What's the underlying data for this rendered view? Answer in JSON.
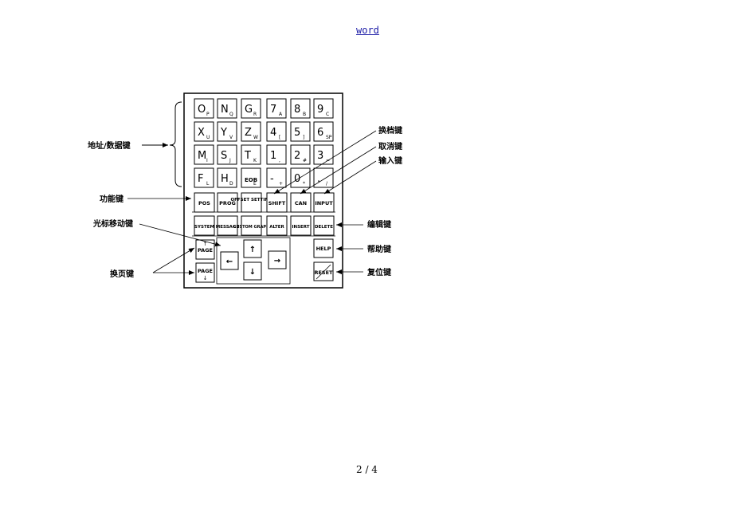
{
  "header": {
    "link_text": "word"
  },
  "footer": {
    "page_number": "2 / 4"
  },
  "figure": {
    "address_keys": [
      {
        "main": "O",
        "sub": "P"
      },
      {
        "main": "N",
        "sub": "Q"
      },
      {
        "main": "G",
        "sub": "R"
      },
      {
        "main": "7",
        "sub": "A"
      },
      {
        "main": "8",
        "sub": "B"
      },
      {
        "main": "9",
        "sub": "C"
      },
      {
        "main": "X",
        "sub": "U"
      },
      {
        "main": "Y",
        "sub": "V"
      },
      {
        "main": "Z",
        "sub": "W"
      },
      {
        "main": "4",
        "sub": "["
      },
      {
        "main": "5",
        "sub": "]"
      },
      {
        "main": "6",
        "sub": "SP"
      },
      {
        "main": "M",
        "sub": "I"
      },
      {
        "main": "S",
        "sub": "J"
      },
      {
        "main": "T",
        "sub": "K"
      },
      {
        "main": "1",
        "sub": ","
      },
      {
        "main": "2",
        "sub": "#"
      },
      {
        "main": "3",
        "sub": "="
      },
      {
        "main": "F",
        "sub": "L"
      },
      {
        "main": "H",
        "sub": "D"
      },
      {
        "main": "EOB",
        "sub": "E"
      },
      {
        "main": "-",
        "sub": "+"
      },
      {
        "main": "0",
        "sub": "*"
      },
      {
        "main": ".",
        "sub": "/"
      }
    ],
    "function_keys": [
      "POS",
      "PROG",
      "OFFSET SETTING",
      "SHIFT",
      "CAN",
      "INPUT"
    ],
    "edit_keys": [
      "SYSTEM",
      "MESSAGE",
      "CUSTOM GRAPH",
      "ALTER",
      "INSERT",
      "DELETE"
    ],
    "page_keys": [
      "PAGE",
      "PAGE"
    ],
    "help_key": "HELP",
    "reset_key": "RESET",
    "labels": {
      "address": "地址/数据键",
      "function": "功能键",
      "cursor": "光标移动键",
      "page": "换页键",
      "shift": "换档键",
      "cancel": "取消键",
      "input": "输入键",
      "edit": "编辑键",
      "help": "帮助键",
      "reset": "复位键"
    }
  }
}
